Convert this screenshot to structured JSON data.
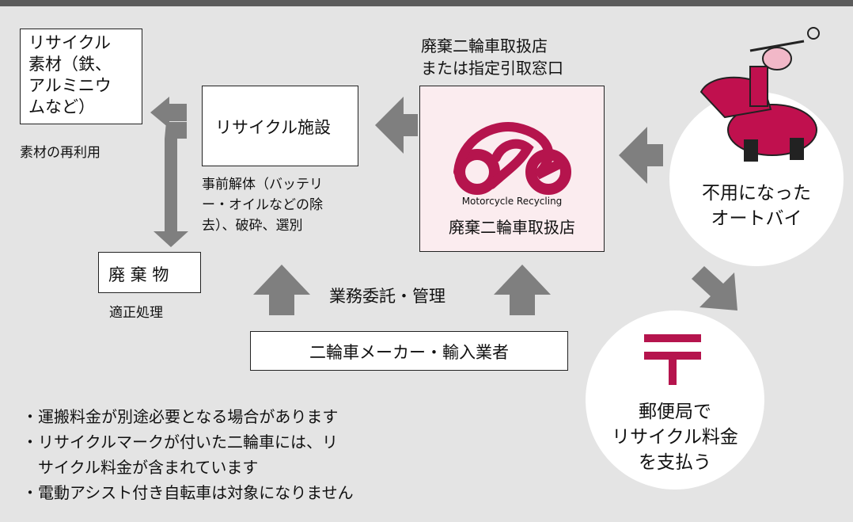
{
  "materials_box": "リサイクル\n素材（鉄、\nアルミニウ\nムなど）",
  "materials_caption": "素材の再利用",
  "facility_box": "リサイクル施設",
  "facility_caption": "事前解体（バッテリ\nー・オイルなどの除\n去）、破砕、選別",
  "waste_box": "廃 棄 物",
  "waste_caption": "適正処理",
  "dealer_heading": "廃棄二輪車取扱店\nまたは指定引取窓口",
  "dealer_logo_text": "Motorcycle Recycling",
  "dealer_name": "廃棄二輪車取扱店",
  "unused_bike": "不用になった\nオートバイ",
  "post_office": "郵便局で\nリサイクル料金\nを支払う",
  "consignment": "業務委託・管理",
  "maker_box": "二輪車メーカー・輸入業者",
  "notes": [
    "・運搬料金が別途必要となる場合があります",
    "・リサイクルマークが付いた二輪車には、リ",
    "　サイクル料金が含まれています",
    "・電動アシスト付き自転車は対象になりません"
  ],
  "colors": {
    "accent": "#b5144d",
    "arrow": "#7f7f7f",
    "topbar": "#5b5b5b"
  },
  "icons": [
    "scooter-icon",
    "motorcycle-recycling-logo",
    "post-office-mark-icon"
  ]
}
